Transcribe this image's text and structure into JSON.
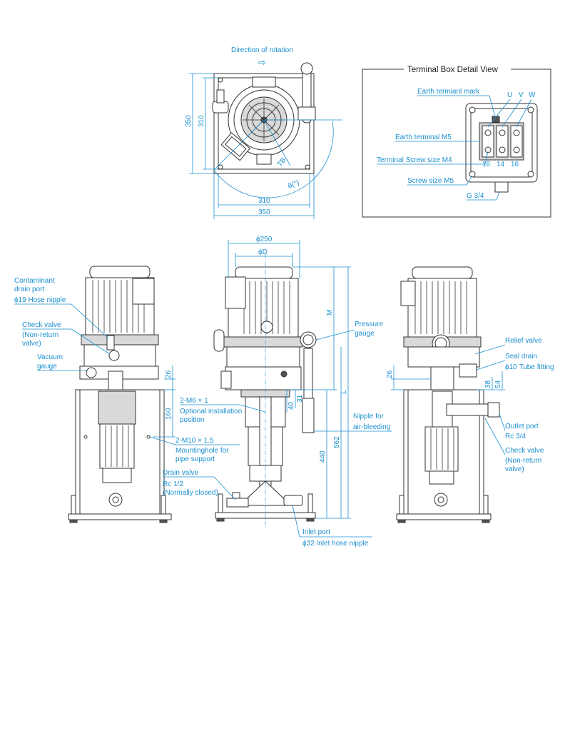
{
  "top_view": {
    "direction_label": "Direction of rotation",
    "arrow_glyph": "⇨",
    "dims": {
      "d350_vertical": "350",
      "d310_vertical": "310",
      "tb": "TB",
      "theta": "θ(°)",
      "d310_horizontal": "310",
      "d350_horizontal": "350"
    }
  },
  "terminal_box": {
    "title": "Terminal Box Detail View",
    "labels": {
      "earth_mark": "Earth termianl mark",
      "earth_terminal": "Earth terminal M5",
      "terminal_screw": "Terminal Screw size M4",
      "screw_size": "Screw size M5",
      "g34": "G 3/4",
      "u": "U",
      "v": "V",
      "w": "W",
      "d16a": "16",
      "d14": "14",
      "d16b": "16"
    }
  },
  "left_view": {
    "labels": {
      "contaminant_1": "Contaminant",
      "contaminant_2": "drain port",
      "contaminant_3": "ϕ19 Hose nipple",
      "check_1": "Check valve",
      "check_2": "(Non-return",
      "check_3": "valve)",
      "vacuum_1": "Vacuum",
      "vacuum_2": "gauge"
    }
  },
  "front_view": {
    "dims": {
      "d250": "ϕ250",
      "dD": "ϕD",
      "m": "M",
      "l": "L",
      "d26": "26",
      "d160": "160",
      "d40": "40",
      "d31": "31",
      "d440": "440",
      "d562": "562"
    },
    "labels": {
      "m6_1": "2-M6 × 1",
      "m6_2": "Optional installation",
      "m6_3": "position",
      "m10_1": "2-M10 × 1.5",
      "m10_2": "Mountinghole for",
      "m10_3": "pipe support",
      "drain_1": "Drain valve",
      "drain_2": "Rc  1/2",
      "drain_3": "(Normally closed)",
      "pressure_1": "Pressure",
      "pressure_2": "gauge",
      "nipple_1": "Nipple for",
      "nipple_2": "air-bleeding",
      "inlet_1": "Inlet port",
      "inlet_2": "ϕ32 Inlet hose nipple"
    }
  },
  "right_view": {
    "dims": {
      "d26": "26",
      "d38": "38",
      "d54": "54"
    },
    "labels": {
      "relief": "Relief valve",
      "seal_1": "Seal drain",
      "seal_2": "ϕ10 Tube fitting",
      "outlet_1": "Outlet port",
      "outlet_2": "Rc 3/4",
      "check_1": "Check valve",
      "check_2": "(Non-return",
      "check_3": "valve)"
    }
  }
}
